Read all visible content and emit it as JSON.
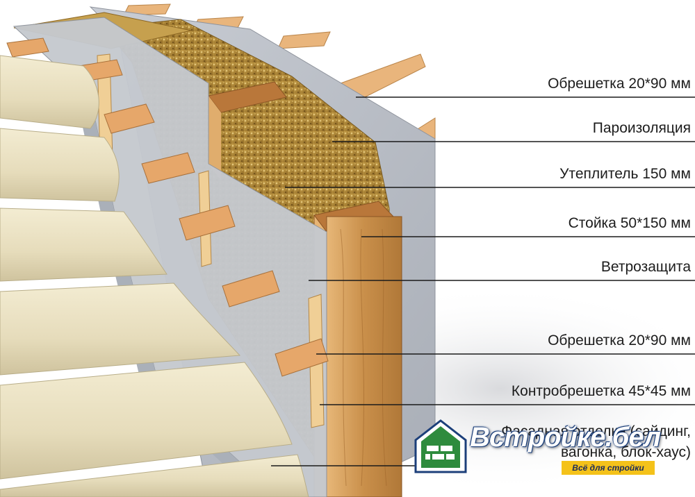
{
  "labels": [
    "Обрешетка 20*90 мм",
    "Пароизоляция",
    "Утеплитель 150 мм",
    "Стойка 50*150 мм",
    "Ветрозащита",
    "Обрешетка 20*90 мм",
    "Контробрешетка 45*45 мм",
    "Фасадная отделка (сайдинг,",
    "вагонка, блок-хаус)"
  ],
  "logo": {
    "title": "Встройке.бел",
    "subtitle": "Всё для стройки",
    "icon": "brick-house-icon"
  },
  "colors": {
    "siding": "#e8dfc0",
    "membrane": "#b9bec6",
    "insulation": "#b08a3a",
    "timber": "#d9a25e",
    "logo_green": "#2e8b3d",
    "logo_blue": "#1c3f7a",
    "logo_yellow": "#f4c21a"
  }
}
